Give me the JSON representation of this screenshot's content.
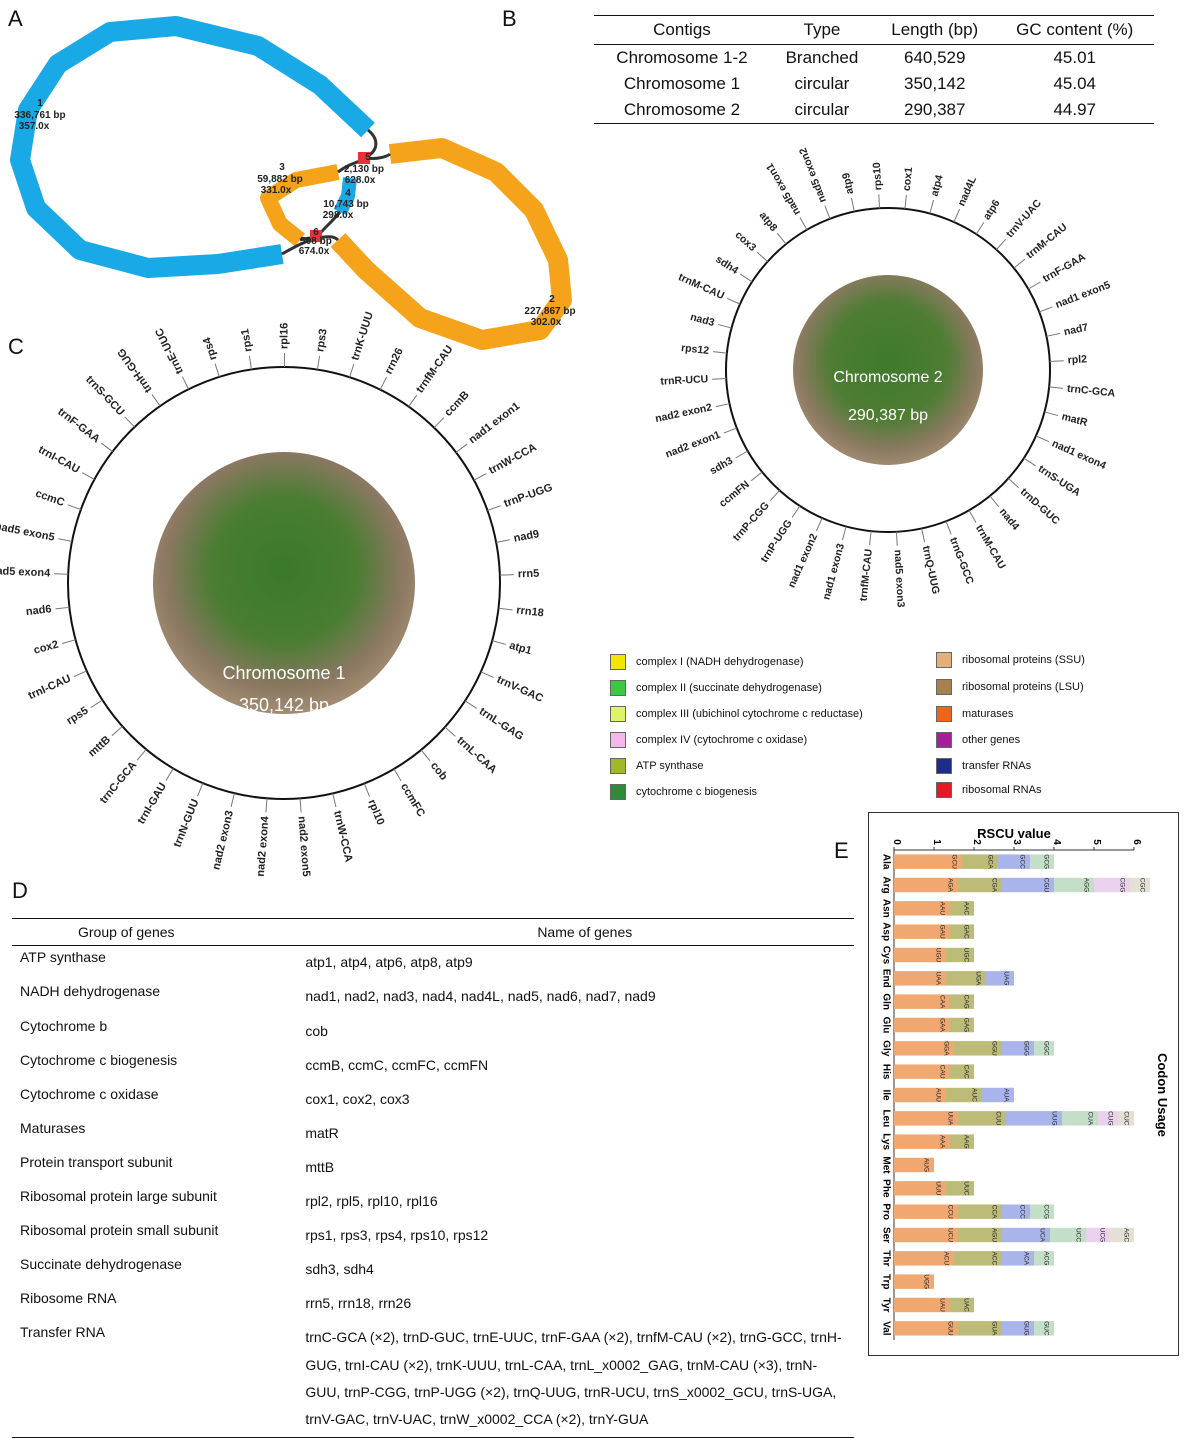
{
  "panels": {
    "A": "A",
    "B": "B",
    "C": "C",
    "D": "D",
    "E": "E"
  },
  "panelA": {
    "segments": [
      {
        "id": "1",
        "length": "336,761 bp",
        "depth": "357.0x",
        "color": "#19a9e6"
      },
      {
        "id": "2",
        "length": "227,867 bp",
        "depth": "302.0x",
        "color": "#f5a31a"
      },
      {
        "id": "3",
        "length": "59,882 bp",
        "depth": "331.0x",
        "color": "#f5a31a"
      },
      {
        "id": "4",
        "length": "10,743 bp",
        "depth": "298.0x",
        "color": "#19a9e6"
      },
      {
        "id": "5",
        "length": "2,130 bp",
        "depth": "628.0x",
        "color": "#e8303a"
      },
      {
        "id": "6",
        "length": "508 bp",
        "depth": "674.0x",
        "color": "#e8303a"
      }
    ]
  },
  "panelB": {
    "headers": [
      "Contigs",
      "Type",
      "Length (bp)",
      "GC content (%)"
    ],
    "rows": [
      [
        "Chromosome 1-2",
        "Branched",
        "640,529",
        "45.01"
      ],
      [
        "Chromosome 1",
        "circular",
        "350,142",
        "45.04"
      ],
      [
        "Chromosome 2",
        "circular",
        "290,387",
        "44.97"
      ]
    ]
  },
  "chrom2": {
    "name": "Chromosome 2",
    "size": "290,387 bp",
    "labels": [
      "nad5 exon1",
      "nad5 exon2",
      "atp9",
      "rps10",
      "cox1",
      "atp4",
      "nad4L",
      "atp6",
      "trnV-UAC",
      "trnM-CAU",
      "trnF-GAA",
      "nad1 exon5",
      "nad7",
      "rpl2",
      "trnC-GCA",
      "matR",
      "nad1 exon4",
      "trnS-UGA",
      "trnD-GUC",
      "nad4",
      "trnM-CAU",
      "trnG-GCC",
      "trnQ-UUG",
      "nad5 exon3",
      "trnfM-CAU",
      "nad1 exon3",
      "nad1 exon2",
      "trnP-UGG",
      "trnP-CGG",
      "ccmFN",
      "sdh3",
      "nad2 exon1",
      "nad2 exon2",
      "trnR-UCU",
      "rps12",
      "nad3",
      "trnM-CAU",
      "sdh4",
      "cox3",
      "atp8"
    ]
  },
  "chrom1": {
    "name": "Chromosome 1",
    "size": "350,142 bp",
    "labels": [
      "trnH-GUG",
      "trnE-UUC",
      "rps4",
      "rps1",
      "rpl16",
      "rps3",
      "trnK-UUU",
      "rrn26",
      "trnfM-CAU",
      "ccmB",
      "nad1 exon1",
      "trnW-CCA",
      "trnP-UGG",
      "nad9",
      "rrn5",
      "rrn18",
      "atp1",
      "trnV-GAC",
      "trnL-GAG",
      "trnL-CAA",
      "cob",
      "ccmFC",
      "rpl10",
      "trnW-CCA",
      "nad2 exon5",
      "nad2 exon4",
      "nad2 exon3",
      "trnN-GUU",
      "trnI-GAU",
      "trnC-GCA",
      "mttB",
      "rps5",
      "trnI-CAU",
      "cox2",
      "nad6",
      "nad5 exon4",
      "nad5 exon5",
      "ccmC",
      "trnI-CAU",
      "trnF-GAA",
      "trnS-GCU"
    ]
  },
  "legend": [
    {
      "label": "complex I (NADH dehydrogenase)",
      "color": "#f2e600"
    },
    {
      "label": "complex II (succinate dehydrogenase)",
      "color": "#3cc840"
    },
    {
      "label": "complex III (ubichinol cytochrome c reductase)",
      "color": "#dff26a"
    },
    {
      "label": "complex IV (cytochrome c oxidase)",
      "color": "#f5b8ea"
    },
    {
      "label": "ATP synthase",
      "color": "#a0b82a"
    },
    {
      "label": "cytochrome c biogenesis",
      "color": "#2e8b3a"
    },
    {
      "label": "ribosomal proteins (SSU)",
      "color": "#e3b07a"
    },
    {
      "label": "ribosomal proteins (LSU)",
      "color": "#a6804d"
    },
    {
      "label": "maturases",
      "color": "#f06418"
    },
    {
      "label": "other genes",
      "color": "#a32098"
    },
    {
      "label": "transfer RNAs",
      "color": "#1c2c88"
    },
    {
      "label": "ribosomal RNAs",
      "color": "#e01b23"
    }
  ],
  "panelD": {
    "headers": [
      "Group of genes",
      "Name of genes"
    ],
    "rows": [
      [
        "ATP synthase",
        "atp1, atp4, atp6, atp8, atp9"
      ],
      [
        "NADH dehydrogenase",
        "nad1, nad2, nad3, nad4, nad4L, nad5, nad6, nad7, nad9"
      ],
      [
        "Cytochrome b",
        "cob"
      ],
      [
        "Cytochrome c biogenesis",
        "ccmB, ccmC, ccmFC, ccmFN"
      ],
      [
        "Cytochrome c oxidase",
        "cox1, cox2, cox3"
      ],
      [
        "Maturases",
        "matR"
      ],
      [
        "Protein transport subunit",
        "mttB"
      ],
      [
        "Ribosomal protein large subunit",
        "rpl2, rpl5, rpl10, rpl16"
      ],
      [
        "Ribosomal protein small subunit",
        "rps1, rps3, rps4, rps10, rps12"
      ],
      [
        "Succinate dehydrogenase",
        "sdh3, sdh4"
      ],
      [
        "Ribosome RNA",
        "rrn5, rrn18, rrn26"
      ],
      [
        "Transfer RNA",
        "trnC-GCA (×2), trnD-GUC, trnE-UUC, trnF-GAA (×2), trnfM-CAU (×2), trnG-GCC, trnH-GUG, trnI-CAU (×2), trnK-UUU, trnL-CAA, trnL_x0002_GAG, trnM-CAU (×3), trnN-GUU, trnP-CGG, trnP-UGG (×2), trnQ-UUG, trnR-UCU, trnS_x0002_GCU, trnS-UGA, trnV-GAC, trnV-UAC, trnW_x0002_CCA (×2), trnY-GUA"
      ]
    ]
  },
  "chart_data": {
    "type": "bar",
    "xlabel": "RSCU value",
    "ylabel": "Codon Usage",
    "xlim": [
      0,
      6
    ],
    "ticks": [
      "0",
      "1",
      "2",
      "3",
      "4",
      "5",
      "6"
    ],
    "colors": [
      "#f0a870",
      "#bdbb78",
      "#a9b4ea",
      "#c4dfc8",
      "#ead2ee",
      "#e4e0d4"
    ],
    "categories": [
      "Ala",
      "Arg",
      "Asn",
      "Asp",
      "Cys",
      "End",
      "Gln",
      "Glu",
      "Gly",
      "His",
      "Ile",
      "Leu",
      "Lys",
      "Met",
      "Phe",
      "Pro",
      "Ser",
      "Thr",
      "Trp",
      "Tyr",
      "Val"
    ],
    "codons": [
      [
        [
          "GCU",
          1.7
        ],
        [
          "GCA",
          0.9
        ],
        [
          "GCC",
          0.8
        ],
        [
          "GCG",
          0.6
        ]
      ],
      [
        [
          "AGA",
          1.6
        ],
        [
          "CGA",
          1.1
        ],
        [
          "CGU",
          1.3
        ],
        [
          "AGG",
          1.0
        ],
        [
          "CGG",
          0.9
        ],
        [
          "CGC",
          0.5
        ]
      ],
      [
        [
          "AAU",
          1.4
        ],
        [
          "AAC",
          0.6
        ]
      ],
      [
        [
          "GAU",
          1.4
        ],
        [
          "GAC",
          0.6
        ]
      ],
      [
        [
          "UGU",
          1.3
        ],
        [
          "UGC",
          0.7
        ]
      ],
      [
        [
          "UAA",
          1.3
        ],
        [
          "UGA",
          1.0
        ],
        [
          "UAG",
          0.7
        ]
      ],
      [
        [
          "CAA",
          1.4
        ],
        [
          "CAG",
          0.6
        ]
      ],
      [
        [
          "GAA",
          1.4
        ],
        [
          "GAG",
          0.6
        ]
      ],
      [
        [
          "GGA",
          1.5
        ],
        [
          "GGU",
          1.2
        ],
        [
          "GGG",
          0.8
        ],
        [
          "GGC",
          0.5
        ]
      ],
      [
        [
          "CAU",
          1.4
        ],
        [
          "CAC",
          0.6
        ]
      ],
      [
        [
          "AUU",
          1.3
        ],
        [
          "AUC",
          0.9
        ],
        [
          "AUA",
          0.8
        ]
      ],
      [
        [
          "UUA",
          1.6
        ],
        [
          "CUU",
          1.2
        ],
        [
          "UUG",
          1.4
        ],
        [
          "CUA",
          0.9
        ],
        [
          "CUG",
          0.5
        ],
        [
          "CUC",
          0.4
        ]
      ],
      [
        [
          "AAA",
          1.4
        ],
        [
          "AAG",
          0.6
        ]
      ],
      [
        [
          "AUG",
          1.0
        ]
      ],
      [
        [
          "UUU",
          1.3
        ],
        [
          "UUC",
          0.7
        ]
      ],
      [
        [
          "CCU",
          1.6
        ],
        [
          "CCA",
          1.1
        ],
        [
          "CCC",
          0.7
        ],
        [
          "CCG",
          0.6
        ]
      ],
      [
        [
          "UCU",
          1.6
        ],
        [
          "AGU",
          1.1
        ],
        [
          "UCA",
          1.2
        ],
        [
          "UCC",
          0.9
        ],
        [
          "UCG",
          0.6
        ],
        [
          "AGC",
          0.6
        ]
      ],
      [
        [
          "ACU",
          1.5
        ],
        [
          "ACC",
          1.2
        ],
        [
          "ACA",
          0.8
        ],
        [
          "ACG",
          0.5
        ]
      ],
      [
        [
          "UGG",
          1.0
        ]
      ],
      [
        [
          "UAU",
          1.4
        ],
        [
          "UAC",
          0.6
        ]
      ],
      [
        [
          "GUU",
          1.6
        ],
        [
          "GUA",
          1.1
        ],
        [
          "GUG",
          0.8
        ],
        [
          "GUC",
          0.5
        ]
      ]
    ]
  }
}
